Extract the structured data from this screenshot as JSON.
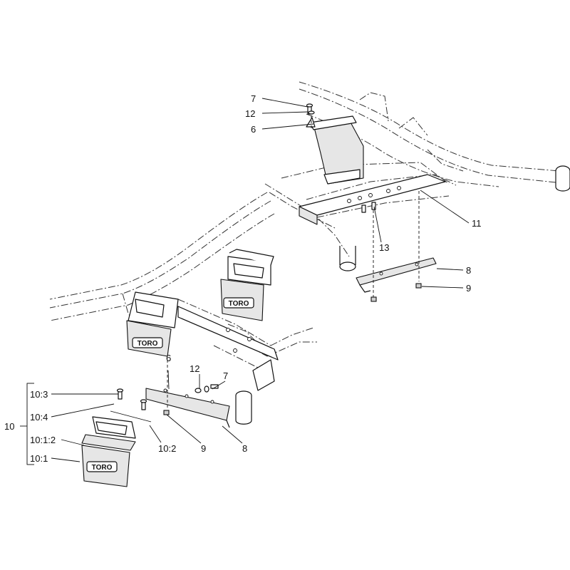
{
  "callouts": {
    "upper_7": "7",
    "upper_12": "12",
    "upper_6": "6",
    "upper_11": "11",
    "upper_13": "13",
    "upper_8": "8",
    "upper_9": "9",
    "lower_6": "6",
    "lower_12": "12",
    "lower_7": "7",
    "lower_9": "9",
    "lower_8": "8",
    "kit_10": "10",
    "kit_10_3": "10:3",
    "kit_10_4": "10:4",
    "kit_10_1_2": "10:1:2",
    "kit_10_1": "10:1",
    "kit_10_2": "10:2"
  },
  "logo": {
    "text": "TORO"
  },
  "colors": {
    "line": "#111111",
    "weight_fill": "#e6e6e6",
    "background": "#ffffff"
  }
}
